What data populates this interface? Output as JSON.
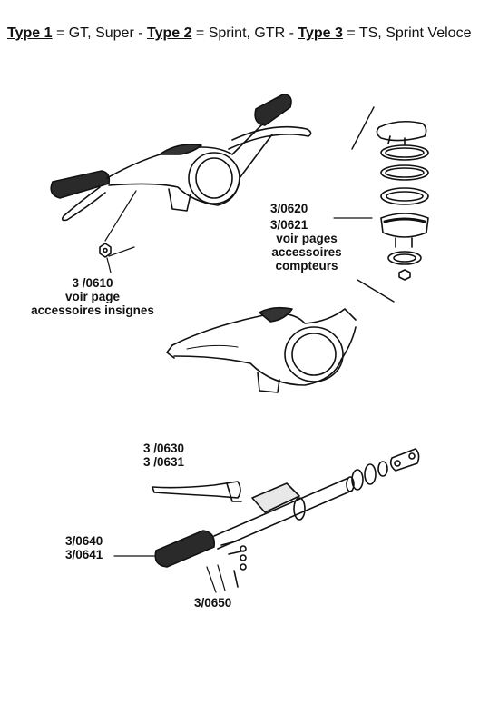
{
  "header": {
    "t1_label": "Type 1",
    "t1_models": " = GT, Super - ",
    "t2_label": "Type 2",
    "t2_models": " = Sprint, GTR - ",
    "t3_label": "Type 3",
    "t3_models": " = TS, Sprint Veloce"
  },
  "callouts": {
    "c0610_code": "3 /0610",
    "c0610_line1": "voir page",
    "c0610_line2": "accessoires insignes",
    "c0620_code": "3/0620",
    "c0621_code": "3/0621",
    "c062x_line1": "voir pages",
    "c062x_line2": "accessoires",
    "c062x_line3": "compteurs",
    "c0630_code": "3 /0630",
    "c0631_code": "3 /0631",
    "c0640_code": "3/0640",
    "c0641_code": "3/0641",
    "c0650_code": "3/0650"
  }
}
